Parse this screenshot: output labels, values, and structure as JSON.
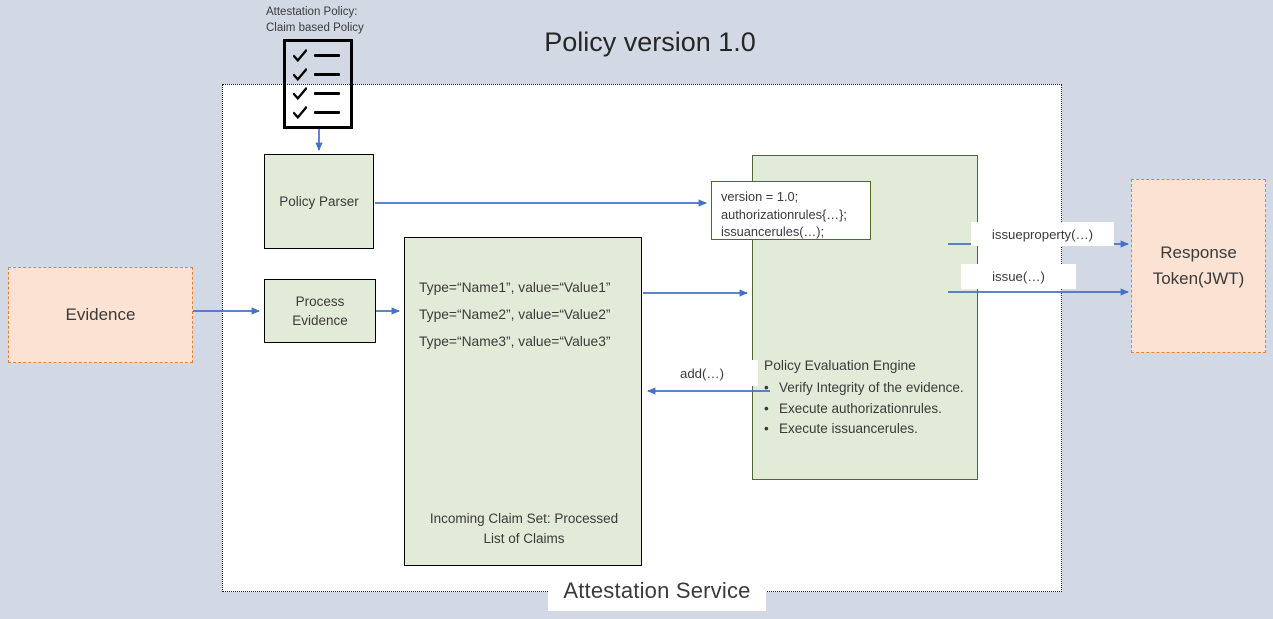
{
  "title": "Policy version 1.0",
  "colors": {
    "background": "#d3d9e4",
    "box_green_fill": "#e2ebd8",
    "box_green_border": "#4a6b2a",
    "box_peach_fill": "#fbe2d2",
    "box_peach_border": "#e8812a",
    "arrow": "#4472c4",
    "boundary": "#1a1a1a"
  },
  "policy_document": {
    "caption_line1": "Attestation Policy:",
    "caption_line2": "Claim based Policy",
    "icon_name": "checklist-icon",
    "checkmark_count": 4
  },
  "boundary": {
    "label": "Attestation Service"
  },
  "nodes": {
    "evidence": {
      "label": "Evidence"
    },
    "policy_parser": {
      "label": "Policy Parser"
    },
    "process_evidence": {
      "label": "Process\nEvidence",
      "line1": "Process",
      "line2": "Evidence"
    },
    "claim_set": {
      "claims": [
        "Type=“Name1”, value=“Value1”",
        "Type=“Name2”, value=“Value2”",
        "Type=“Name3”, value=“Value3”"
      ],
      "footer_line1": "Incoming Claim Set: Processed",
      "footer_line2": "List of Claims"
    },
    "version_box": {
      "lines": [
        "version = 1.0;",
        "authorizationrules{…};",
        "issuancerules(…);"
      ]
    },
    "engine": {
      "title": "Policy Evaluation Engine",
      "bullet_char": "•",
      "bullets": [
        "Verify Integrity of the evidence.",
        "Execute authorizationrules.",
        "Execute issuancerules."
      ]
    },
    "response_token": {
      "line1": "Response",
      "line2": "Token(JWT)"
    }
  },
  "edges": {
    "issueproperty": "issueproperty(…)",
    "issue": "issue(…)",
    "add": "add(…)"
  }
}
